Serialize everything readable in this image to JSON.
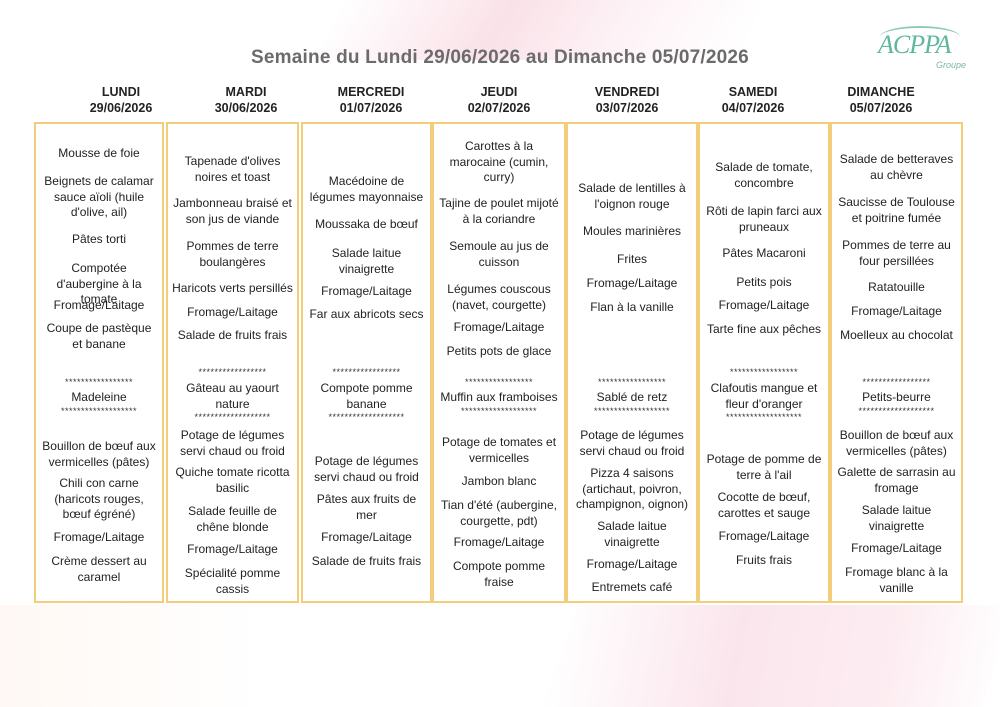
{
  "title": "Semaine du Lundi 29/06/2026  au Dimanche 05/07/2026",
  "logo": {
    "text": "ACPPA",
    "sub": "Groupe"
  },
  "stars_short": "*****************",
  "stars_long": "*******************",
  "days": [
    {
      "name": "LUNDI",
      "date": "29/06/2026",
      "lunch": [
        "Mousse de foie",
        "Beignets de calamar sauce aïoli (huile d'olive, ail)",
        "Pâtes torti",
        "Compotée d'aubergine à la tomate",
        "Fromage/Laitage",
        "Coupe de pastèque et banane"
      ],
      "snack": "Madeleine",
      "dinner": [
        "Bouillon de bœuf aux vermicelles (pâtes)",
        "Chili con carne (haricots rouges, bœuf égréné)",
        "Fromage/Laitage",
        "Crème dessert au caramel"
      ]
    },
    {
      "name": "MARDI",
      "date": "30/06/2026",
      "lunch": [
        "Tapenade d'olives noires et toast",
        "Jambonneau braisé et son jus de viande",
        "Pommes de terre boulangères",
        "Haricots verts persillés",
        "Fromage/Laitage",
        "Salade de fruits frais"
      ],
      "snack": "Gâteau au yaourt nature",
      "dinner": [
        "Potage de légumes servi chaud ou froid",
        "Quiche tomate ricotta basilic",
        "Salade feuille de chêne blonde",
        "Fromage/Laitage",
        "Spécialité pomme cassis"
      ]
    },
    {
      "name": "MERCREDI",
      "date": "01/07/2026",
      "lunch": [
        "Macédoine de légumes mayonnaise",
        "Moussaka de bœuf",
        "Salade laitue vinaigrette",
        "Fromage/Laitage",
        "Far aux abricots secs"
      ],
      "snack": "Compote pomme banane",
      "dinner": [
        "Potage de légumes servi chaud ou froid",
        "Pâtes aux fruits de mer",
        "Fromage/Laitage",
        "Salade de fruits frais"
      ]
    },
    {
      "name": "JEUDI",
      "date": "02/07/2026",
      "lunch": [
        "Carottes à la marocaine (cumin, curry)",
        "Tajine de poulet mijoté à la coriandre",
        "Semoule au jus de cuisson",
        "Légumes couscous (navet, courgette)",
        "Fromage/Laitage",
        "Petits pots de glace"
      ],
      "snack": "Muffin aux framboises",
      "dinner": [
        "Potage de tomates et vermicelles",
        "Jambon blanc",
        "Tian d'été (aubergine, courgette, pdt)",
        "Fromage/Laitage",
        "Compote pomme fraise"
      ]
    },
    {
      "name": "VENDREDI",
      "date": "03/07/2026",
      "lunch": [
        "Salade de lentilles à l'oignon rouge",
        "Moules marinières",
        "Frites",
        "Fromage/Laitage",
        "Flan à la vanille"
      ],
      "snack": "Sablé de retz",
      "dinner": [
        "Potage de légumes servi chaud ou froid",
        "Pizza 4 saisons (artichaut, poivron, champignon, oignon)",
        "Salade laitue vinaigrette",
        "Fromage/Laitage",
        "Entremets café"
      ]
    },
    {
      "name": "SAMEDI",
      "date": "04/07/2026",
      "lunch": [
        "Salade de tomate, concombre",
        "Rôti de lapin farci aux pruneaux",
        "Pâtes Macaroni",
        "Petits pois",
        "Fromage/Laitage",
        "Tarte fine aux pêches"
      ],
      "snack": "Clafoutis mangue et fleur d'oranger",
      "dinner": [
        "Potage de pomme de terre à l'ail",
        "Cocotte de bœuf, carottes et sauge",
        "Fromage/Laitage",
        "Fruits frais"
      ]
    },
    {
      "name": "DIMANCHE",
      "date": "05/07/2026",
      "lunch": [
        "Salade de betteraves au chèvre",
        "Saucisse de Toulouse et poitrine fumée",
        "Pommes de terre au four persillées",
        "Ratatouille",
        "Fromage/Laitage",
        "Moelleux au chocolat"
      ],
      "snack": "Petits-beurre",
      "dinner": [
        "Bouillon de bœuf aux vermicelles (pâtes)",
        "Galette de sarrasin au fromage",
        "Salade laitue vinaigrette",
        "Fromage/Laitage",
        "Fromage blanc à la vanille"
      ]
    }
  ]
}
